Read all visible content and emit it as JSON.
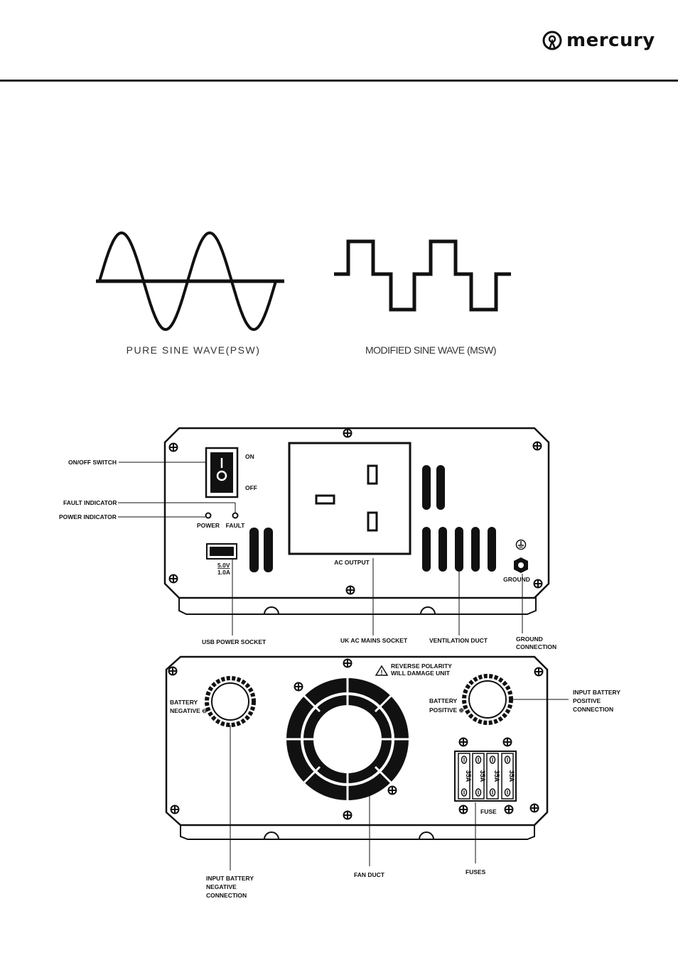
{
  "brand": {
    "name": "mercury"
  },
  "waves": {
    "psw_label": "PURE SINE WAVE(PSW)",
    "msw_label": "MODIFIED SINE WAVE (MSW)"
  },
  "front_panel": {
    "switch_on": "ON",
    "switch_off": "OFF",
    "power_led": "POWER",
    "fault_led": "FAULT",
    "usb_voltage": "5.0V",
    "usb_current": "1.0A",
    "ac_output": "AC OUTPUT",
    "ground": "GROUND",
    "callouts": {
      "onoff": "ON/OFF SWITCH",
      "fault": "FAULT INDICATOR",
      "power": "POWER INDICATOR",
      "usb": "USB POWER SOCKET",
      "mains": "UK AC MAINS SOCKET",
      "vent": "VENTILATION DUCT",
      "ground_l1": "GROUND",
      "ground_l2": "CONNECTION"
    }
  },
  "rear_panel": {
    "warning_l1": "REVERSE POLARITY",
    "warning_l2": "WILL DAMAGE UNIT",
    "neg_l1": "BATTERY",
    "neg_l2": "NEGATIVE ⊖",
    "pos_l1": "BATTERY",
    "pos_l2": "POSITIVE ⊕",
    "fuse_rating": "35A",
    "fuse_label": "FUSE",
    "callouts": {
      "pos_l1": "INPUT BATTERY",
      "pos_l2": "POSITIVE",
      "pos_l3": "CONNECTION",
      "neg_l1": "INPUT BATTERY",
      "neg_l2": "NEGATIVE",
      "neg_l3": "CONNECTION",
      "fan": "FAN DUCT",
      "fuses": "FUSES"
    }
  }
}
